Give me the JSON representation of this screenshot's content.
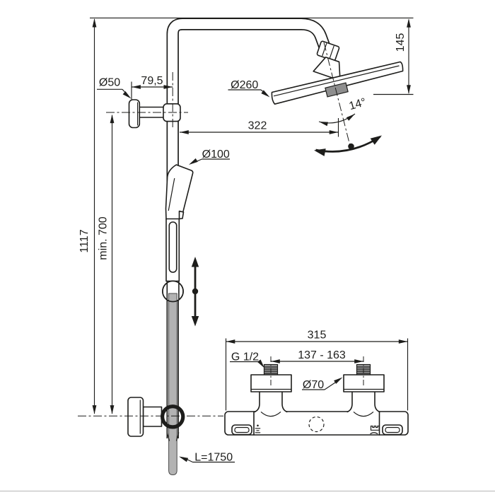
{
  "drawing": {
    "kind": "technical-dimension-drawing",
    "labels": {
      "wall_flange_dia": "Ø50",
      "bracket_offset": "79,5",
      "head_dia": "Ø260",
      "head_drop": "145",
      "tilt_angle": "14°",
      "head_reach": "322",
      "hand_shower_dia": "Ø100",
      "total_height": "1117",
      "min_height": "min. 700",
      "hose_length": "L=1750",
      "mixer_width": "315",
      "inlet_spacing": "137 - 163",
      "inlet_thread": "G 1/2",
      "escutcheon_dia": "Ø70"
    },
    "colors": {
      "line": "#1d1d1b",
      "hose_fill": "#b3b3b3",
      "hub_fill": "#8e8e8e",
      "thread_fill": "#9c9c9c",
      "background": "#ffffff",
      "footer_rule": "#c9c9c9"
    }
  }
}
